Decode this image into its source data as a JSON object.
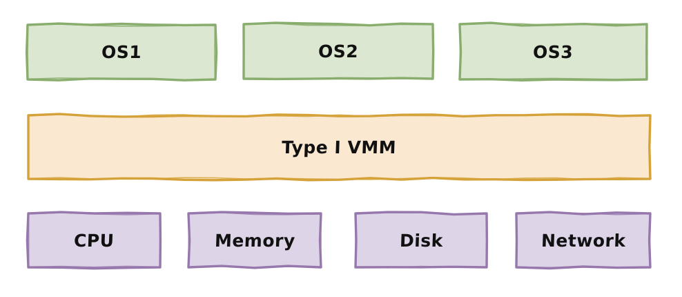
{
  "diagram": {
    "background": "#ffffff",
    "text_color": "#111111",
    "guest_os_row": {
      "fill": "#dbe7d1",
      "border": "#88ad6d",
      "items": [
        {
          "label": "OS1"
        },
        {
          "label": "OS2"
        },
        {
          "label": "OS3"
        }
      ]
    },
    "vmm_layer": {
      "fill": "#fae8d0",
      "border": "#d5a23a",
      "label": "Type I VMM"
    },
    "hardware_row": {
      "fill": "#ded4e8",
      "border": "#9678ad",
      "items": [
        {
          "label": "CPU"
        },
        {
          "label": "Memory"
        },
        {
          "label": "Disk"
        },
        {
          "label": "Network"
        }
      ]
    }
  }
}
